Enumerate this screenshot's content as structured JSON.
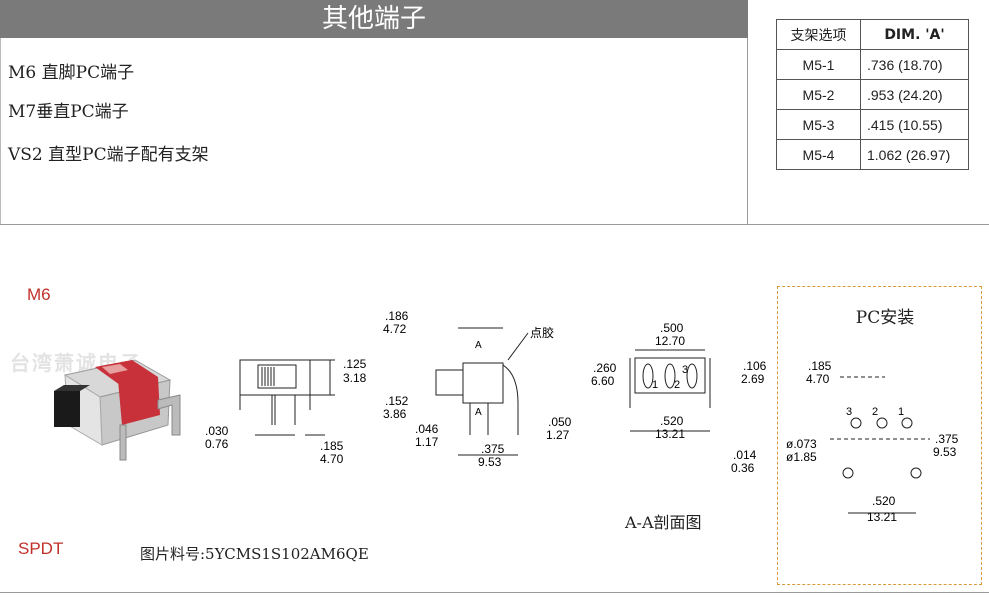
{
  "header": {
    "title": "其他端子"
  },
  "terminals": [
    "M6  直脚PC端子",
    "M7垂直PC端子",
    "VS2  直型PC端子配有支架"
  ],
  "dim_table": {
    "headers": [
      "支架选项",
      "DIM. 'A'"
    ],
    "rows": [
      [
        "M5-1",
        ".736 (18.70)"
      ],
      [
        "M5-2",
        ".953 (24.20)"
      ],
      [
        "M5-3",
        ".415 (10.55)"
      ],
      [
        "M5-4",
        "1.062 (26.97)"
      ]
    ]
  },
  "product": {
    "model": "M6",
    "type": "SPDT",
    "part_number": "图片料号:5YCMS1S102AM6QE",
    "watermark": "台湾萧诚电子"
  },
  "drawing1": {
    "d1_in": ".125",
    "d1_mm": "3.18",
    "d2_in": ".030",
    "d2_mm": "0.76",
    "d3_in": ".185",
    "d3_mm": "4.70"
  },
  "drawing2": {
    "d1_in": ".186",
    "d1_mm": "4.72",
    "glue": "点胶",
    "section_a": "A",
    "d2_in": ".152",
    "d2_mm": "3.86",
    "d3_in": ".046",
    "d3_mm": "1.17",
    "d4_in": ".375",
    "d4_mm": "9.53",
    "d5_in": ".050",
    "d5_mm": "1.27"
  },
  "drawing3": {
    "d1_in": ".500",
    "d1_mm": "12.70",
    "d2_in": ".260",
    "d2_mm": "6.60",
    "d3_in": ".106",
    "d3_mm": "2.69",
    "d4_in": ".520",
    "d4_mm": "13.21",
    "d5_in": ".014",
    "d5_mm": "0.36",
    "pins": [
      "1",
      "2",
      "3"
    ],
    "caption": "A-A剖面图"
  },
  "pc_mount": {
    "title": "PC安装",
    "d1_in": ".185",
    "d1_mm": "4.70",
    "hole_in": "ø.073",
    "hole_mm": "ø1.85",
    "d2_in": ".375",
    "d2_mm": "9.53",
    "d3_in": ".520",
    "d3_mm": "13.21",
    "pins": [
      "3",
      "2",
      "1"
    ]
  }
}
